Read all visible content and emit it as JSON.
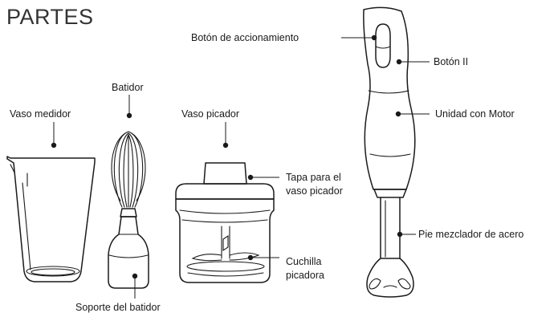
{
  "title": "PARTES",
  "labels": {
    "vaso_medidor": "Vaso medidor",
    "batidor": "Batidor",
    "vaso_picador": "Vaso picador",
    "soporte_batidor": "Soporte del batidor",
    "tapa_line1": "Tapa para el",
    "tapa_line2": "vaso picador",
    "cuchilla_line1": "Cuchilla",
    "cuchilla_line2": "picadora",
    "boton_accionamiento": "Botón de accionamiento",
    "boton_ii": "Botón II",
    "unidad_motor": "Unidad con Motor",
    "pie_mezclador": "Pie mezclador de acero"
  },
  "colors": {
    "line": "#1a1a1a",
    "title": "#333333",
    "background": "#ffffff"
  }
}
